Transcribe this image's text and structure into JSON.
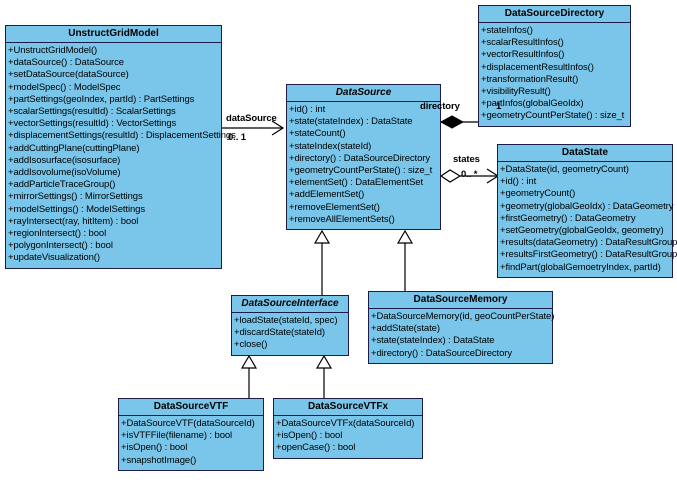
{
  "diagram": {
    "type": "uml-class-diagram",
    "background": "#ffffff",
    "class_fill": "#79c6ea",
    "class_border": "#1c1c4a",
    "classes": [
      {
        "id": "UnstructGridModel",
        "name": "UnstructGridModel",
        "abstract": false,
        "members": [
          "+UnstructGridModel()",
          "+dataSource() : DataSource",
          "+setDataSource(dataSource)",
          "+modelSpec() : ModelSpec",
          "+partSettings(geoIndex, partId) : PartSettings",
          "+scalarSettings(resultId) : ScalarSettings",
          "+vectorSettings(resultId) : VectorSettings",
          "+displacementSettings(resultId) : DisplacementSettings",
          "+addCuttingPlane(cuttingPlane)",
          "+addIsosurface(isosurface)",
          "+addIsovolume(isoVolume)",
          "+addParticleTraceGroup()",
          "+mirrorSettings() : MirrorSettings",
          "+modelSettings() : ModelSettings",
          "+rayIntersect(ray, hitItem) : bool",
          "+regionIntersect() : bool",
          "+polygonIntersect() : bool",
          "+updateVisualization()"
        ]
      },
      {
        "id": "DataSource",
        "name": "DataSource",
        "abstract": true,
        "members": [
          "+id() : int",
          "+state(stateIndex) : DataState",
          "+stateCount()",
          "+stateIndex(stateId)",
          "+directory() : DataSourceDirectory",
          "+geometryCountPerState() : size_t",
          "+elementSet() : DataElementSet",
          "+addElementSet()",
          "+removeElementSet()",
          "+removeAllElementSets()"
        ]
      },
      {
        "id": "DataSourceDirectory",
        "name": "DataSourceDirectory",
        "abstract": false,
        "members": [
          "+stateInfos()",
          "+scalarResultInfos()",
          "+vectorResultInfos()",
          "+displacementResultInfos()",
          "+transformationResult()",
          "+visibilityResult()",
          "+partInfos(globalGeoIdx)",
          "+geometryCountPerState() : size_t"
        ]
      },
      {
        "id": "DataState",
        "name": "DataState",
        "abstract": false,
        "members": [
          "+DataState(id, geometryCount)",
          "+id() : int",
          "+geometryCount()",
          "+geometry(globalGeoIdx) : DataGeometry",
          "+firstGeometry() : DataGeometry",
          "+setGeometry(globalGeoIdx, geometry)",
          "+results(dataGeometry) : DataResultGroup",
          "+resultsFirstGeometry() : DataResultGroup",
          "+findPart(globalGemoetryIndex, partId)"
        ]
      },
      {
        "id": "DataSourceInterface",
        "name": "DataSourceInterface",
        "abstract": true,
        "members": [
          "+loadState(stateId, spec)",
          "+discardState(stateId)",
          "+close()"
        ]
      },
      {
        "id": "DataSourceMemory",
        "name": "DataSourceMemory",
        "abstract": false,
        "members": [
          "+DataSourceMemory(id, geoCountPerState)",
          "+addState(state)",
          "+state(stateIndex) : DataState",
          "+directory() : DataSourceDirectory"
        ]
      },
      {
        "id": "DataSourceVTF",
        "name": "DataSourceVTF",
        "abstract": false,
        "members": [
          "+DataSourceVTF(dataSourceId)",
          "+isVTFFile(filename) : bool",
          "+isOpen() : bool",
          "+snapshotImage()"
        ]
      },
      {
        "id": "DataSourceVTFx",
        "name": "DataSourceVTFx",
        "abstract": false,
        "members": [
          "+DataSourceVTFx(dataSourceId)",
          "+isOpen() : bool",
          "+openCase() : bool"
        ]
      }
    ],
    "relationships": [
      {
        "id": "model-to-datasource",
        "from": "UnstructGridModel",
        "to": "DataSource",
        "kind": "association",
        "role_label": "dataSource",
        "multiplicity": "0.. 1"
      },
      {
        "id": "datasource-to-directory",
        "from": "DataSource",
        "to": "DataSourceDirectory",
        "kind": "composition",
        "role_label": "directory",
        "multiplicity": "1"
      },
      {
        "id": "datasource-to-states",
        "from": "DataSource",
        "to": "DataState",
        "kind": "aggregation",
        "role_label": "states",
        "multiplicity": "0.. *"
      },
      {
        "id": "interface-generalizes-datasource",
        "from": "DataSourceInterface",
        "to": "DataSource",
        "kind": "generalization"
      },
      {
        "id": "memory-generalizes-datasource",
        "from": "DataSourceMemory",
        "to": "DataSource",
        "kind": "generalization"
      },
      {
        "id": "vtf-generalizes-interface",
        "from": "DataSourceVTF",
        "to": "DataSourceInterface",
        "kind": "generalization"
      },
      {
        "id": "vtfx-generalizes-interface",
        "from": "DataSourceVTFx",
        "to": "DataSourceInterface",
        "kind": "generalization"
      }
    ]
  }
}
